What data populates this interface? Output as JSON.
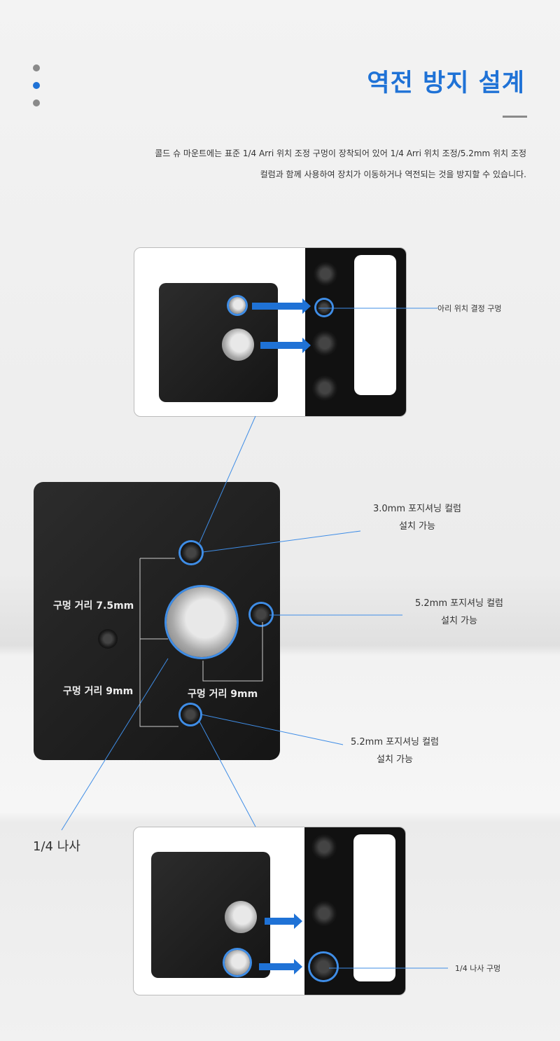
{
  "header": {
    "title": "역전 방지 설계",
    "description_line1": "콜드 슈 마운트에는 표준 1/4 Arri 위치 조정 구멍이 장착되어 있어 1/4 Arri 위치 조정/5.2mm 위치 조정",
    "description_line2": "컬럼과 함께 사용하여 장치가 이동하거나 역전되는 것을 방지할 수 있습니다."
  },
  "accent_color": "#1f72d6",
  "callouts": {
    "arri_hole": "아리 위치 결정 구멍",
    "col30_l1": "3.0mm 포지셔닝 컬럼",
    "col30_l2": "설치 가능",
    "col52a_l1": "5.2mm 포지셔닝 컬럼",
    "col52a_l2": "설치 가능",
    "col52b_l1": "5.2mm 포지셔닝 컬럼",
    "col52b_l2": "설치 가능",
    "screw": "1/4 나사",
    "screw_hole": "1/4 나사 구멍"
  },
  "plate_labels": {
    "dist75": "구멍 거리 7.5mm",
    "dist9_left": "구멍 거리 9mm",
    "dist9_bottom": "구멍 거리 9mm"
  }
}
